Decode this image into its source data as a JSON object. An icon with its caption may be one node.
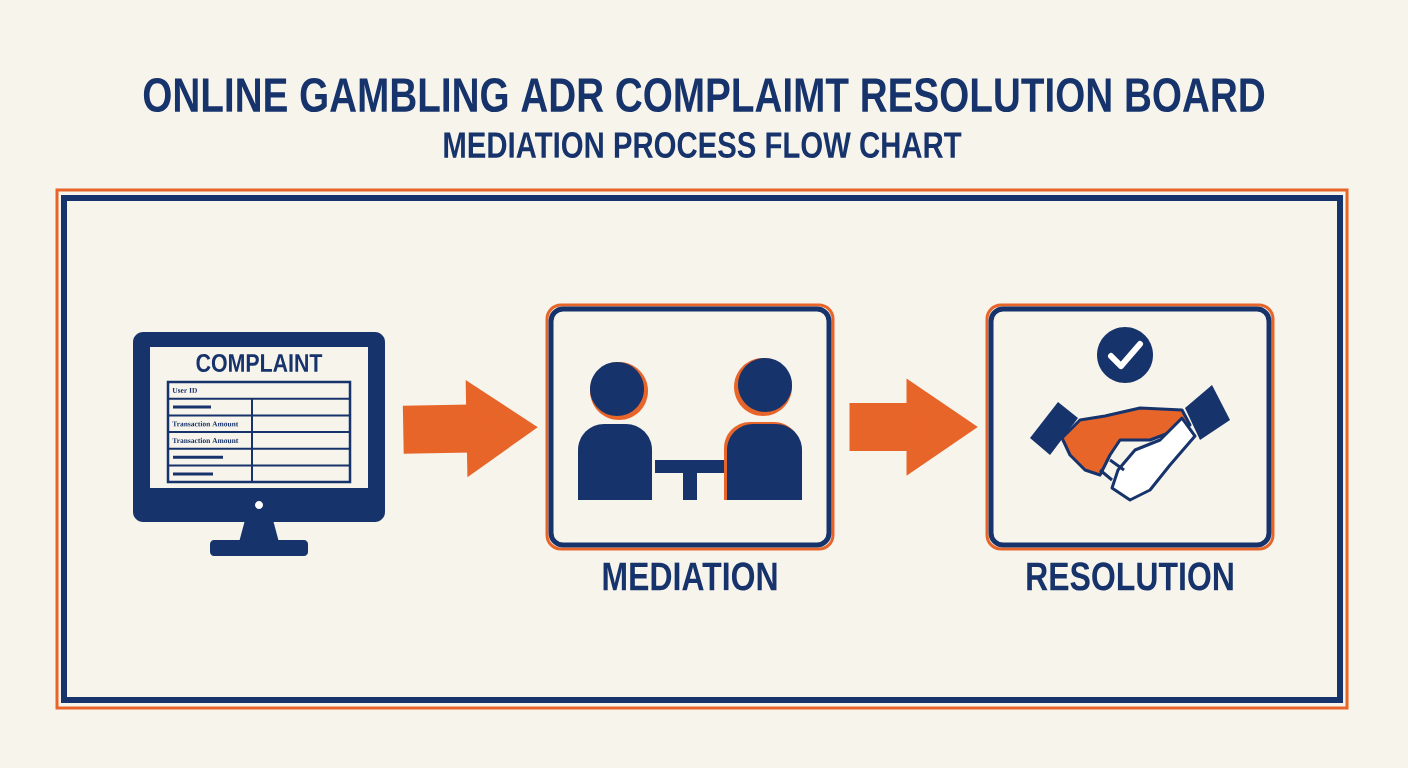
{
  "diagram": {
    "title": "ONLINE GAMBLING ADR COMPLAIMT RESOLUTION BOARD",
    "nodes": [
      {
        "text": [
          "COMPLAINT"
        ]
      },
      {
        "text": [
          "MEDIATION"
        ]
      },
      {
        "text": [
          "RESOLUTION"
        ]
      }
    ],
    "edges": [
      {
        "from": 0,
        "to": 1,
        "arrow": "to"
      },
      {
        "from": 1,
        "to": 2,
        "arrow": "to"
      }
    ],
    "labels": [
      "MEDIATION PROCESS FLOW CHART",
      "User ID",
      "Transaction Amount",
      "Transaction Amount"
    ]
  }
}
